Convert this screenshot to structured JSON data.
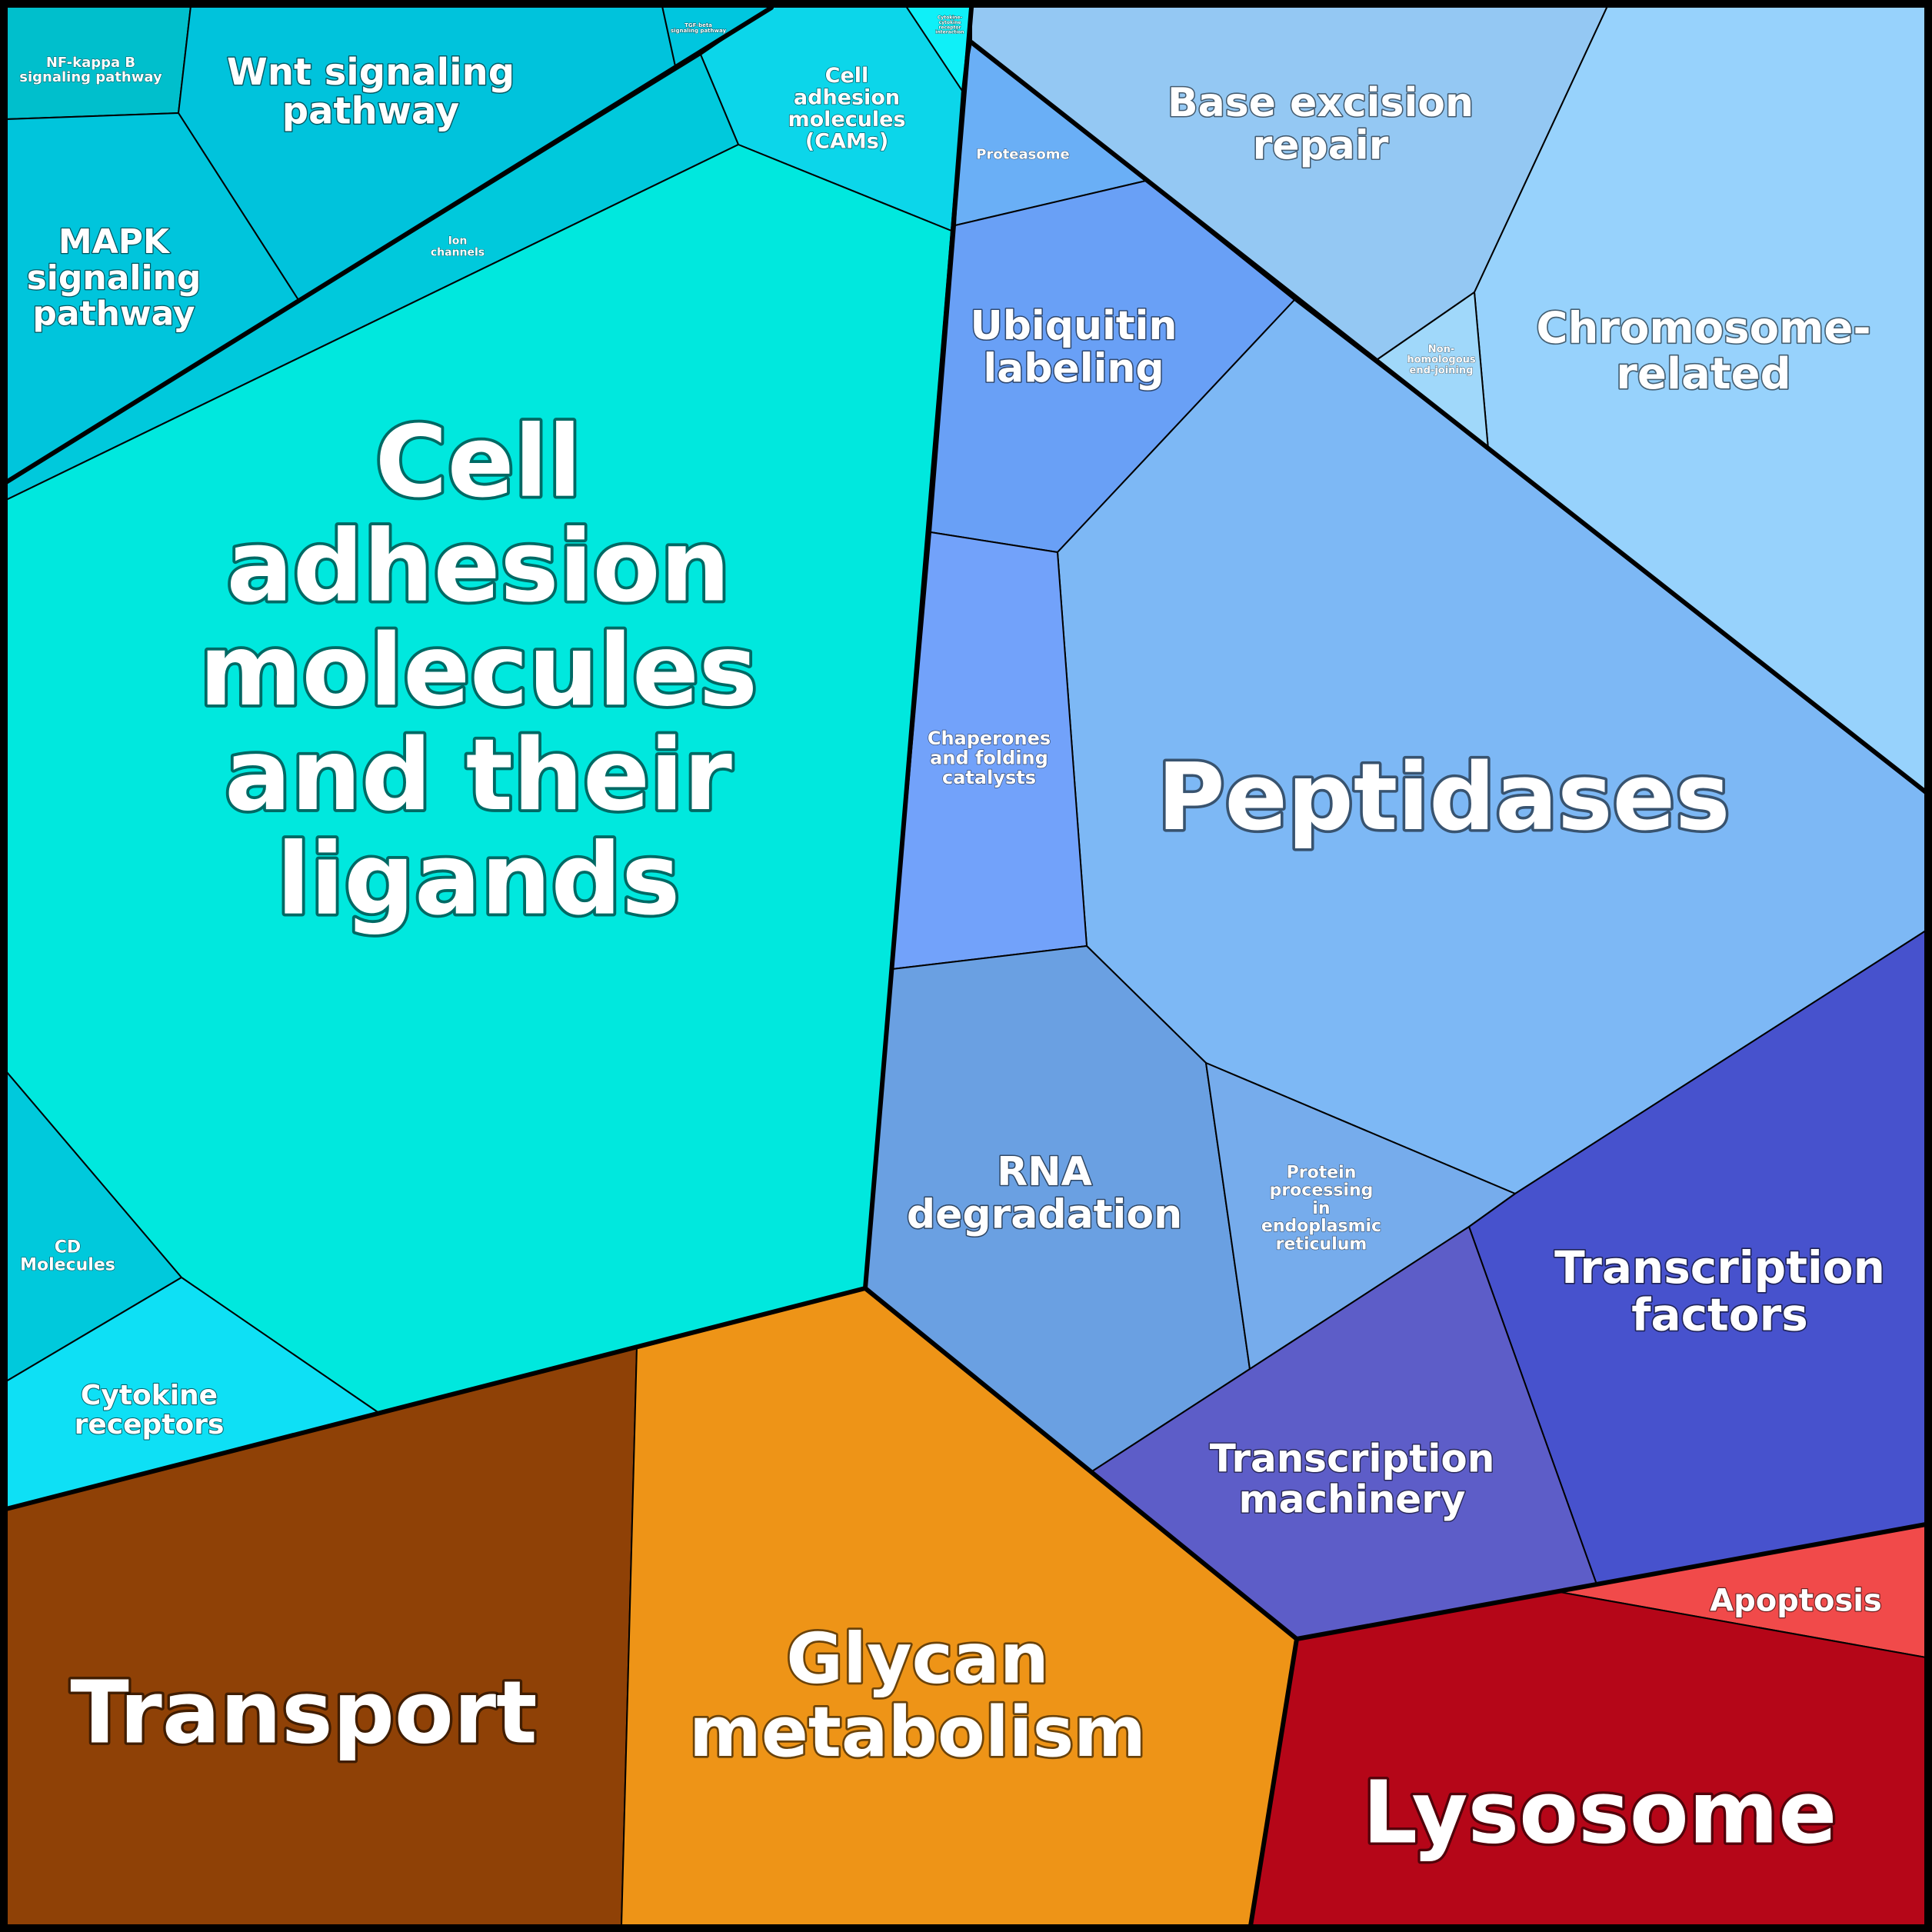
{
  "cells": [
    {
      "id": "nf-kappa-b",
      "color": "#00bfcc",
      "label": [
        "NF-kappa B",
        "signaling pathway"
      ]
    },
    {
      "id": "wnt-signaling",
      "color": "#00c3dc",
      "label": [
        "Wnt signaling",
        "pathway"
      ]
    },
    {
      "id": "tgf-beta",
      "color": "#00c6df",
      "label": [
        "TGF-beta",
        "signaling pathway"
      ]
    },
    {
      "id": "cams",
      "color": "#0cd6ea",
      "label": [
        "Cell",
        "adhesion",
        "molecules",
        "(CAMs)"
      ]
    },
    {
      "id": "cytokine-interaction",
      "color": "#0ff0f8",
      "label": [
        "Cytokine-",
        "cytokine",
        "receptor",
        "interaction"
      ]
    },
    {
      "id": "mapk-signaling",
      "color": "#00c5dc",
      "label": [
        "MAPK",
        "signaling",
        "pathway"
      ]
    },
    {
      "id": "ion-channels",
      "color": "#00c9dc",
      "label": [
        "Ion",
        "channels"
      ]
    },
    {
      "id": "cell-adhesion-ligands",
      "color": "#00e8de",
      "label": [
        "Cell",
        "adhesion",
        "molecules",
        "and their",
        "ligands"
      ]
    },
    {
      "id": "cd-molecules",
      "color": "#00c9dc",
      "label": [
        "CD",
        "Molecules"
      ]
    },
    {
      "id": "cytokine-receptors",
      "color": "#0ee0f5",
      "label": [
        "Cytokine",
        "receptors"
      ]
    },
    {
      "id": "transport",
      "color": "#8f4106",
      "label": [
        "Transport"
      ]
    },
    {
      "id": "glycan-metabolism",
      "color": "#ee9417",
      "label": [
        "Glycan",
        "metabolism"
      ]
    },
    {
      "id": "proteasome",
      "color": "#6aaff6",
      "label": [
        "Proteasome"
      ]
    },
    {
      "id": "base-excision-repair",
      "color": "#94c8f3",
      "label": [
        "Base excision",
        "repair"
      ]
    },
    {
      "id": "chromosome-related",
      "color": "#97d2fc",
      "label": [
        "Chromosome-",
        "related"
      ]
    },
    {
      "id": "nhej",
      "color": "#a0d8fa",
      "label": [
        "Non-",
        "homologous",
        "end-joining"
      ]
    },
    {
      "id": "ubiquitin-labeling",
      "color": "#69a0f6",
      "label": [
        "Ubiquitin",
        "labeling"
      ]
    },
    {
      "id": "peptidases",
      "color": "#7db8f5",
      "label": [
        "Peptidases"
      ]
    },
    {
      "id": "chaperones",
      "color": "#72a2fa",
      "label": [
        "Chaperones",
        "and folding",
        "catalysts"
      ]
    },
    {
      "id": "rna-degradation",
      "color": "#6aa0e2",
      "label": [
        "RNA",
        "degradation"
      ]
    },
    {
      "id": "protein-processing-er",
      "color": "#76acec",
      "label": [
        "Protein",
        "processing",
        "in",
        "endoplasmic",
        "reticulum"
      ]
    },
    {
      "id": "transcription-factors",
      "color": "#4752cd",
      "label": [
        "Transcription",
        "factors"
      ]
    },
    {
      "id": "transcription-machinery",
      "color": "#5d5dc8",
      "label": [
        "Transcription",
        "machinery"
      ]
    },
    {
      "id": "apoptosis",
      "color": "#f14a4a",
      "label": [
        "Apoptosis"
      ]
    },
    {
      "id": "lysosome",
      "color": "#b50618",
      "label": [
        "Lysosome"
      ]
    }
  ]
}
